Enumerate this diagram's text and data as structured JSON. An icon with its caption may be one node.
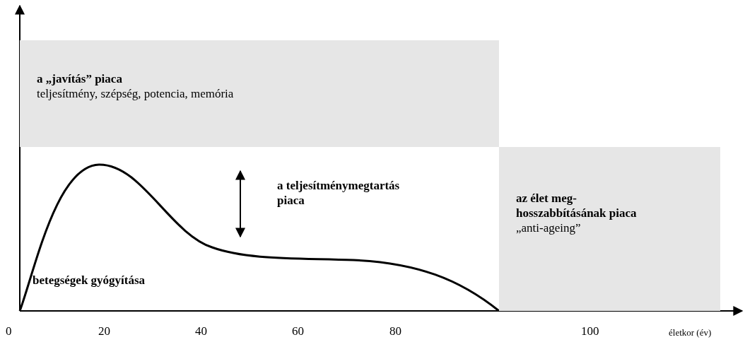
{
  "diagram": {
    "nodes": [
      {
        "text": [
          "a „javítás” piaca",
          "teljesítmény, szépség, potencia, memória"
        ]
      },
      {
        "text": [
          "az élet meg-hosszabbításának piaca",
          "„anti-ageing”"
        ]
      }
    ],
    "labels": [
      "a teljesítménymegtartás piaca",
      "betegségek gyógyítása",
      "0",
      "20",
      "40",
      "60",
      "80",
      "100",
      "életkor (év)"
    ]
  }
}
